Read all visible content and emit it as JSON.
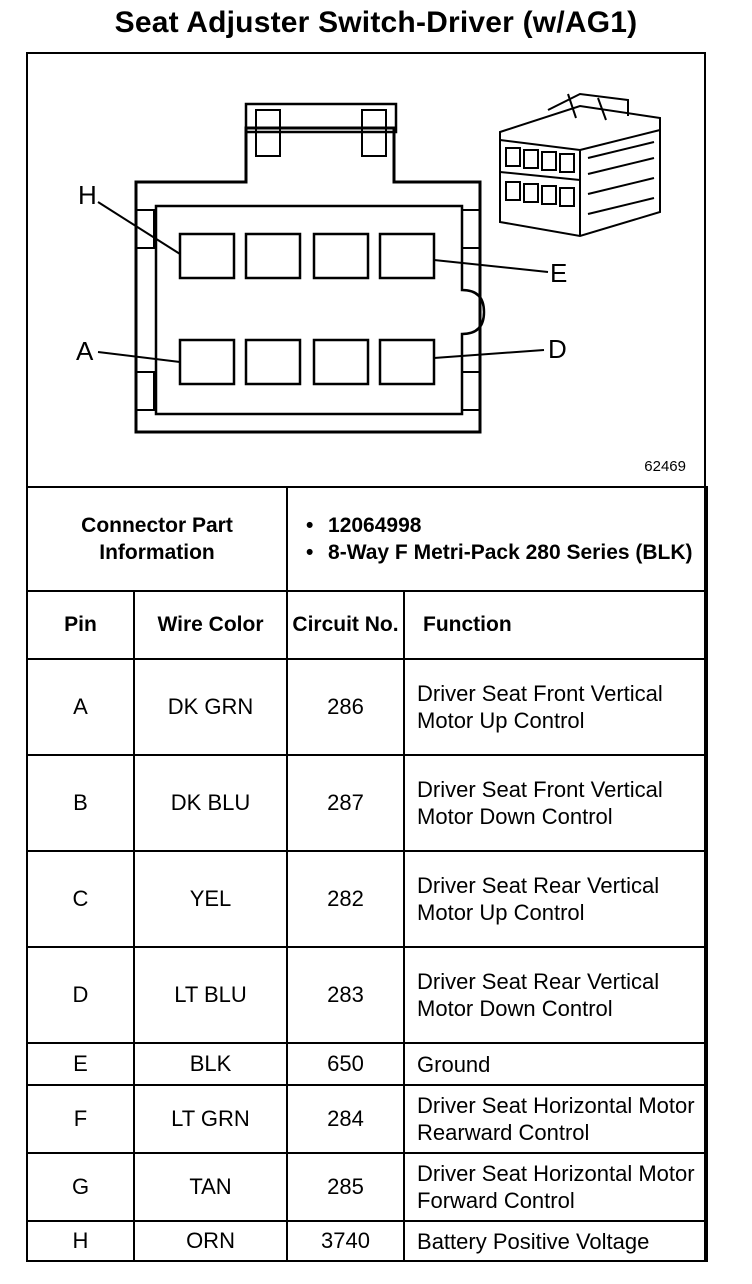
{
  "title": "Seat Adjuster Switch-Driver (w/AG1)",
  "diagram": {
    "figure_number": "62469",
    "callouts": {
      "h": "H",
      "e": "E",
      "a": "A",
      "d": "D"
    }
  },
  "connector_info": {
    "label": "Connector Part Information",
    "items": [
      "12064998",
      "8-Way F Metri-Pack 280 Series (BLK)"
    ]
  },
  "headers": {
    "pin": "Pin",
    "wire_color": "Wire Color",
    "circuit_no": "Circuit No.",
    "function": "Function"
  },
  "rows": [
    {
      "pin": "A",
      "wire": "DK GRN",
      "circuit": "286",
      "function": "Driver Seat Front Vertical Motor Up Control"
    },
    {
      "pin": "B",
      "wire": "DK BLU",
      "circuit": "287",
      "function": "Driver Seat Front Vertical Motor Down Control"
    },
    {
      "pin": "C",
      "wire": "YEL",
      "circuit": "282",
      "function": "Driver Seat Rear Vertical Motor Up Control"
    },
    {
      "pin": "D",
      "wire": "LT BLU",
      "circuit": "283",
      "function": "Driver Seat Rear Vertical Motor Down Control"
    },
    {
      "pin": "E",
      "wire": "BLK",
      "circuit": "650",
      "function": "Ground"
    },
    {
      "pin": "F",
      "wire": "LT GRN",
      "circuit": "284",
      "function": "Driver Seat Horizontal Motor Rearward Control"
    },
    {
      "pin": "G",
      "wire": "TAN",
      "circuit": "285",
      "function": "Driver Seat Horizontal Motor Forward Control"
    },
    {
      "pin": "H",
      "wire": "ORN",
      "circuit": "3740",
      "function": "Battery Positive Voltage"
    }
  ]
}
